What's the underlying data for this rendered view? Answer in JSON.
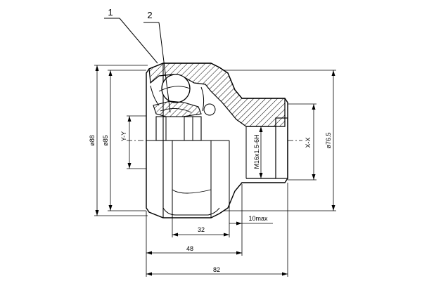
{
  "callouts": {
    "part1": "1",
    "part2": "2"
  },
  "dimensions": {
    "d88": "ø88",
    "d85": "ø85",
    "d76_5": "ø76.5",
    "yy": "Y-Y",
    "xx": "X-X",
    "thread": "M16x1.5-6H",
    "d10max": "10max",
    "d32": "32",
    "d48": "48",
    "d82": "82"
  }
}
